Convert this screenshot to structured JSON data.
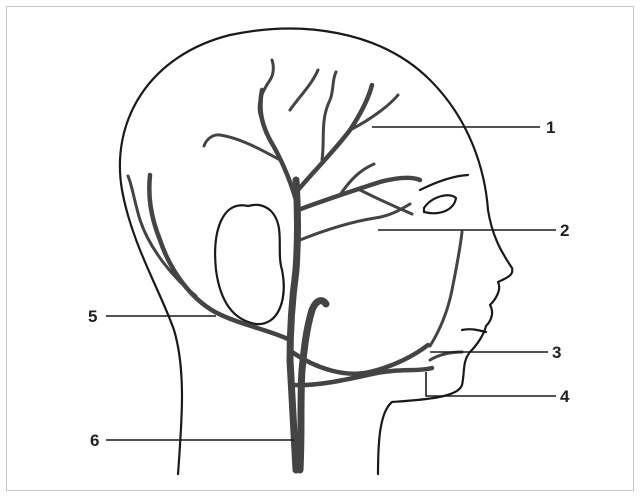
{
  "labels": {
    "l1": "1",
    "l2": "2",
    "l3": "3",
    "l4": "4",
    "l5": "5",
    "l6": "6"
  }
}
